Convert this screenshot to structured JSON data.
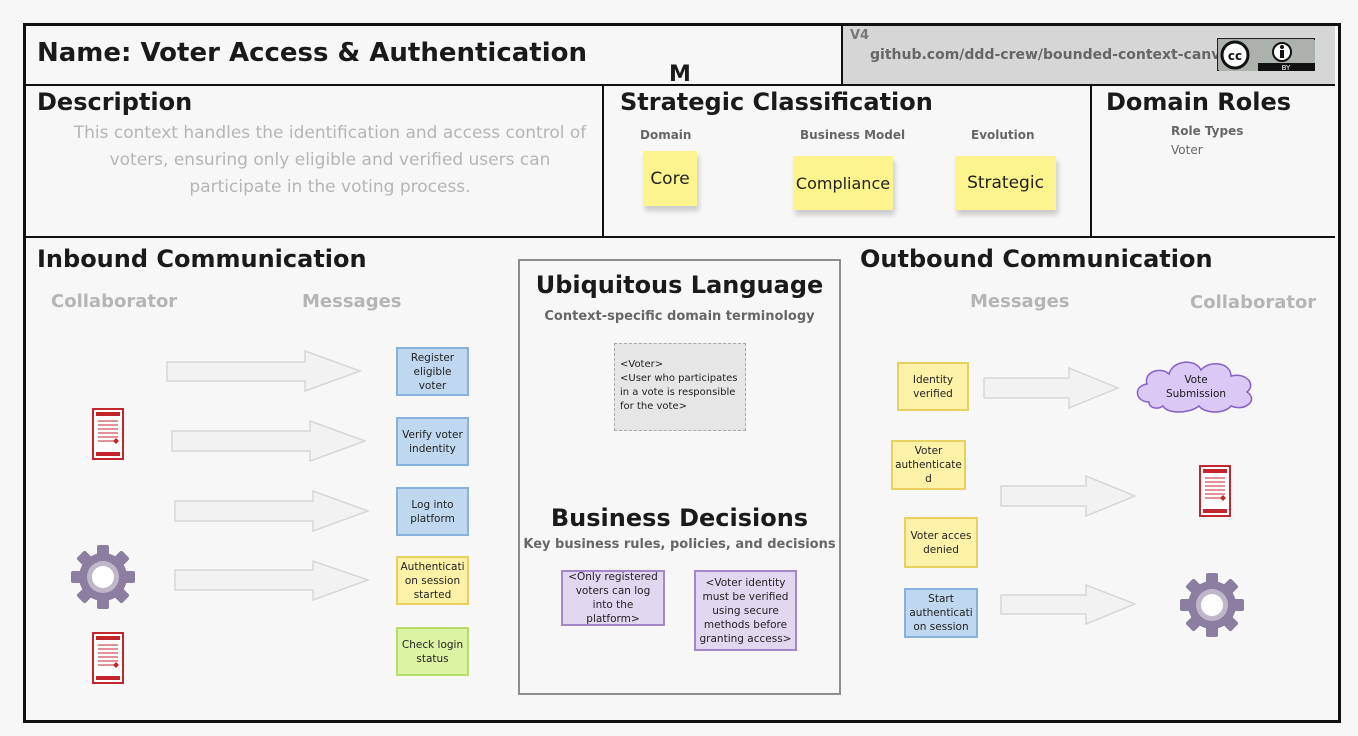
{
  "header": {
    "name_label": "Name: Voter Access & Authentication",
    "version": "V4",
    "github": "github.com/ddd-crew/bounded-context-canvas",
    "license_badge": "cc-by-icon",
    "stray_letter": "M"
  },
  "description": {
    "title": "Description",
    "text": "This context handles the identification and access control of voters, ensuring only eligible and verified users can participate in the voting process."
  },
  "strategic": {
    "title": "Strategic Classification",
    "domain_label": "Domain",
    "business_model_label": "Business Model",
    "evolution_label": "Evolution",
    "domain_value": "Core",
    "business_model_value": "Compliance",
    "evolution_value": "Strategic"
  },
  "domain_roles": {
    "title": "Domain Roles",
    "role_types_label": "Role Types",
    "role_value": "Voter"
  },
  "inbound": {
    "title": "Inbound Communication",
    "collaborator_label": "Collaborator",
    "messages_label": "Messages",
    "messages": [
      {
        "text": "Register eligible voter",
        "kind": "command"
      },
      {
        "text": "Verify voter indentity",
        "kind": "command"
      },
      {
        "text": "Log into platform",
        "kind": "command"
      },
      {
        "text": "Authenticati on session started",
        "kind": "event"
      },
      {
        "text": "Check login status",
        "kind": "query"
      }
    ],
    "collaborators": [
      "document-icon",
      "gear-icon",
      "document-icon"
    ]
  },
  "ubiquitous": {
    "title": "Ubiquitous Language",
    "subtitle": "Context-specific domain terminology",
    "term_name": "<Voter>",
    "term_def": "<User who participates in a vote is responsible for the vote>"
  },
  "business_decisions": {
    "title": "Business Decisions",
    "subtitle": "Key business rules, policies, and decisions",
    "decisions": [
      "<Only registered voters can log into the platform>",
      "<Voter identity must be verified using secure methods before granting access>"
    ]
  },
  "outbound": {
    "title": "Outbound Communication",
    "messages_label": "Messages",
    "collaborator_label": "Collaborator",
    "messages": [
      {
        "text": "Identity verified",
        "kind": "event"
      },
      {
        "text": "Voter authenticate d",
        "kind": "event"
      },
      {
        "text": "Voter acces denied",
        "kind": "event"
      },
      {
        "text": "Start authenticati on session",
        "kind": "command"
      }
    ],
    "collaborators": [
      {
        "text": "Vote Submission",
        "icon": "cloud-icon"
      },
      {
        "icon": "document-icon"
      },
      {
        "icon": "gear-icon"
      }
    ]
  },
  "colors": {
    "command": "#bfd8ef",
    "event": "#fdf2a8",
    "query": "#ddf3a4",
    "decision": "#e2d7f0",
    "sticky": "#fdf48e",
    "cloud": "#d9c9f4"
  }
}
